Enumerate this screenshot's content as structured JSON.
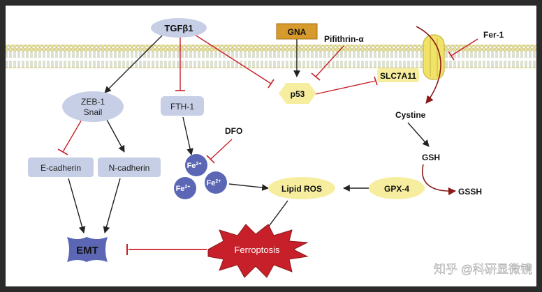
{
  "nodes": {
    "tgfb1": "TGFβ1",
    "gna": "GNA",
    "pifithrin": "Pifithrin-α",
    "fer1": "Fer-1",
    "slc7a11": "SLC7A11",
    "zeb1_line1": "ZEB-1",
    "zeb1_line2": "Snail",
    "fth1": "FTH-1",
    "p53": "p53",
    "cystine": "Cystine",
    "dfo": "DFO",
    "gsh": "GSH",
    "ecadherin": "E-cadherin",
    "ncadherin": "N-cadherin",
    "fe2_a": "Fe",
    "fe2_b": "Fe",
    "fe2_c": "Fe",
    "fe_sup": "2+",
    "lipid_ros": "Lipid ROS",
    "gpx4": "GPX-4",
    "gssh": "GSSH",
    "emt": "EMT",
    "ferroptosis": "Ferroptosis"
  },
  "watermark": "知乎 @科研显微镜",
  "colors": {
    "panel": "#ffffff",
    "frame": "#2b2b2b",
    "lilac": "#c7cfe6",
    "blue_dark": "#5b66b5",
    "yellow": "#f6ee9e",
    "orange": "#d79a2c",
    "red": "#c8202a",
    "dark_red": "#8b1a1a",
    "arrow": "#222222",
    "lipid_head": "#e8e2a0",
    "lipid_tail": "#b9c7a0"
  }
}
